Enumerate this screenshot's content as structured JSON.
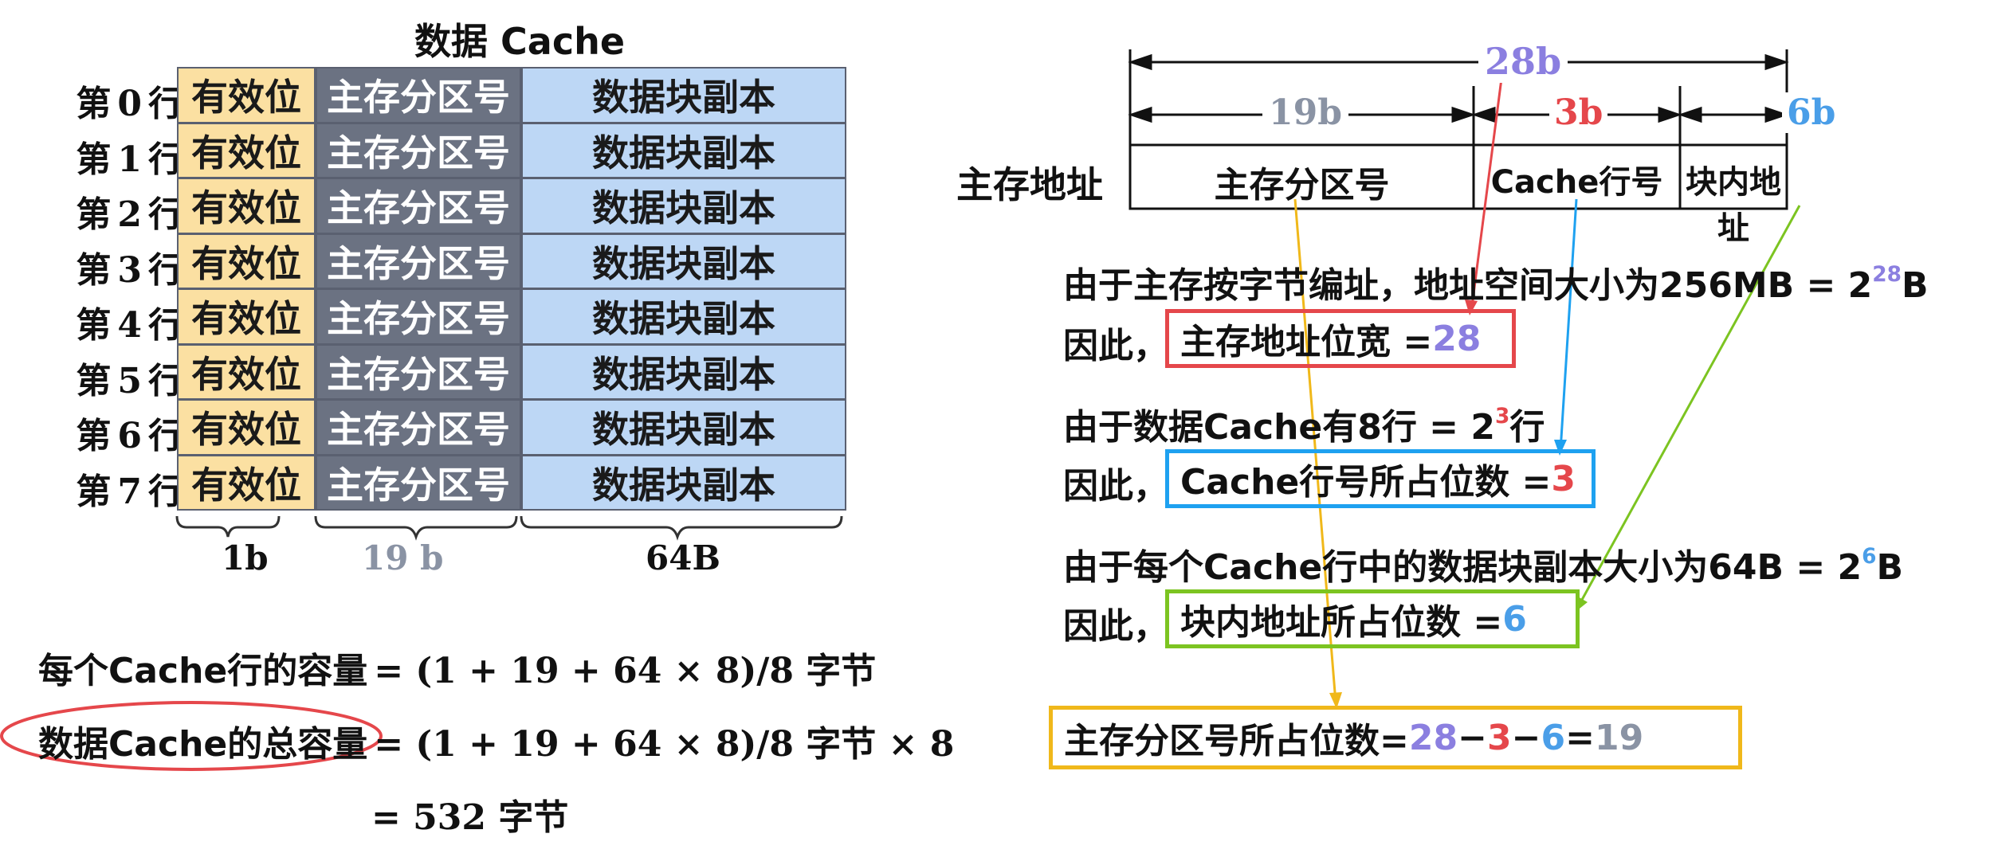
{
  "left": {
    "title": "数据 Cache",
    "row_prefix": "第",
    "row_suffix": "行",
    "rows": [
      "0",
      "1",
      "2",
      "3",
      "4",
      "5",
      "6",
      "7"
    ],
    "valid_label": "有效位",
    "tag_label": "主存分区号",
    "data_label": "数据块副本",
    "width_valid": "1b",
    "width_tag": "19 b",
    "width_data": "64B",
    "eq1_label": "每个Cache行的容量",
    "eq1_expr": "= (1 + 19 + 64 × 8)/8 字节",
    "eq2_label": "数据Cache的总容量",
    "eq2_expr": "= (1 + 19 + 64 × 8)/8 字节 × 8",
    "eq3_expr": "= 532 字节"
  },
  "right": {
    "address_label": "主存地址",
    "total_width": "28b",
    "tag_width": "19b",
    "index_width": "3b",
    "offset_width": "6b",
    "field_tag": "主存分区号",
    "field_index": "Cache行号",
    "field_offset": "块内地址",
    "line1": "由于主存按字节编址，地址空间大小为256MB = 2",
    "line1_exp": "28",
    "line1_tail": "B",
    "line2_pre": "因此，",
    "box1_text": "主存地址位宽 = ",
    "box1_val": "28",
    "line3": "由于数据Cache有8行 = 2",
    "line3_exp": "3",
    "line3_tail": "行",
    "line4_pre": "因此，",
    "box2_text": "Cache行号所占位数 = ",
    "box2_val": "3",
    "line5": "由于每个Cache行中的数据块副本大小为64B = 2",
    "line5_exp": "6",
    "line5_tail": "B",
    "line6_pre": "因此，",
    "box3_text": "块内地址所占位数 = ",
    "box3_val": "6",
    "box4_text": "主存分区号所占位数= ",
    "box4_v1": "28",
    "box4_m1": " − ",
    "box4_v2": "3",
    "box4_m2": " − ",
    "box4_v3": "6",
    "box4_eq": " = ",
    "box4_v4": "19"
  },
  "colors": {
    "valid": "#fbe0a2",
    "tag": "#6b7282",
    "data": "#bdd7f5",
    "purple": "#8b7fe0",
    "red": "#e5474b",
    "blue": "#4a9ee8",
    "green": "#7cc421",
    "orange": "#f0b81a",
    "grey": "#8a93a4"
  }
}
